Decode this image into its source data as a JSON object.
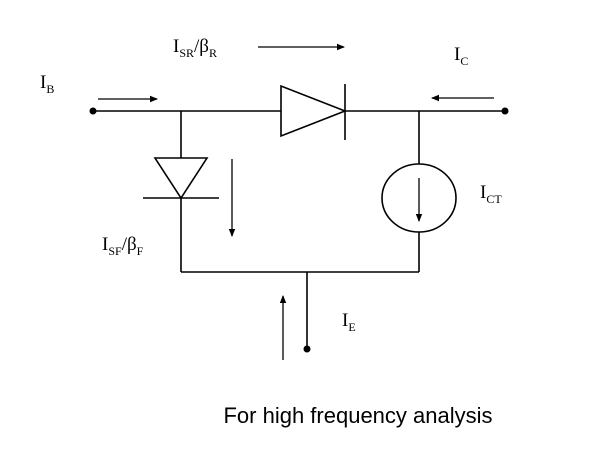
{
  "labels": {
    "ib_main": "I",
    "ib_sub": "B",
    "isr_main1": "I",
    "isr_sub1": "SR",
    "isr_main2": "/β",
    "isr_sub2": "R",
    "ic_main": "I",
    "ic_sub": "C",
    "ict_main": "I",
    "ict_sub": "CT",
    "isf_main1": "I",
    "isf_sub1": "SF",
    "isf_main2": "/β",
    "isf_sub2": "F",
    "ie_main": "I",
    "ie_sub": "E"
  },
  "caption": "For high frequency analysis"
}
